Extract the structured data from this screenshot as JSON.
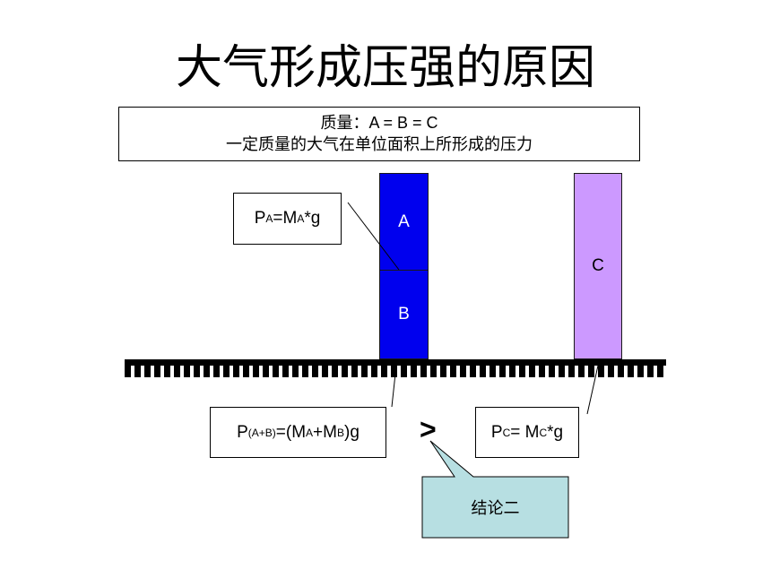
{
  "title": "大气形成压强的原因",
  "info_box": {
    "line1": "质量：A = B = C",
    "line2": "一定质量的大气在单位面积上所形成的压力"
  },
  "blocks": {
    "a_label": "A",
    "b_label": "B",
    "c_label": "C"
  },
  "formulas": {
    "pa": {
      "p": "P",
      "sub1": "A",
      "mid": " =M",
      "sub2": "A",
      "tail": "*g"
    },
    "pab": {
      "p": "P",
      "sub1": "(A+B)",
      "mid1": " =(M",
      "sub2": "A",
      "mid2": "+M",
      "sub3": "B",
      "tail": ")g"
    },
    "pc": {
      "p": "P",
      "sub1": "C",
      "mid": " = M",
      "sub2": "C",
      "tail": "*g"
    }
  },
  "comparison": ">",
  "callout": "结论二",
  "colors": {
    "block_ab": "#0000ee",
    "block_c": "#cc99ff",
    "callout_fill": "#b7dfe2"
  }
}
